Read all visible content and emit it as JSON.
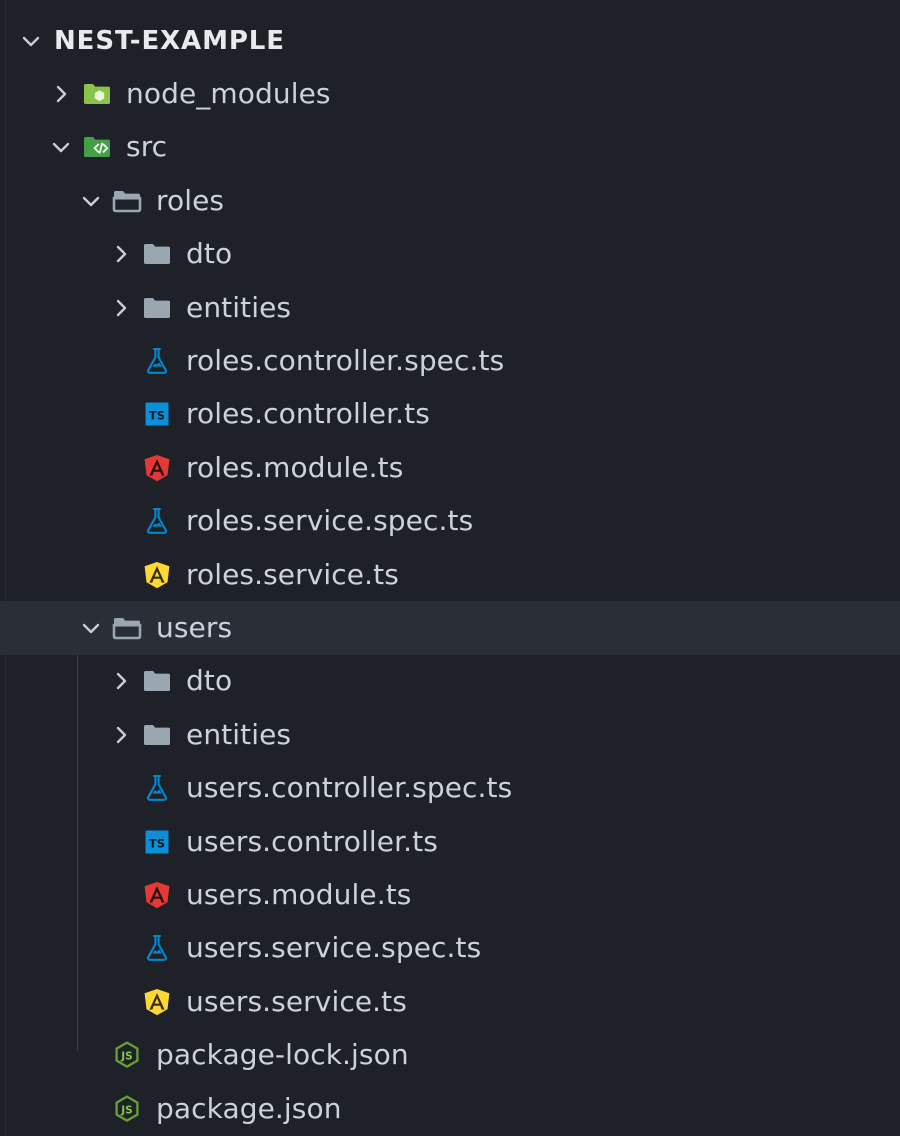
{
  "explorer": {
    "root": {
      "label": "NEST-EXAMPLE",
      "twisty": "chevron-down-icon",
      "expanded": true
    },
    "colors": {
      "background": "#1e2127",
      "selected_row": "#2a2e37",
      "text": "#ccd2dd",
      "root_text": "#e8eaee",
      "chevron": "#c9ccd1",
      "folder_gray": "#9aa7b0",
      "folder_node_modules": "#8bc34a",
      "folder_src": "#43a047",
      "spec_flask": "#0288d1",
      "ts_blue": "#0288d1",
      "angular_red": "#e53935",
      "angular_yellow": "#fdd835",
      "node_green": "#689f38",
      "indent_guide": "#3b4049"
    },
    "items": [
      {
        "name": "node_modules",
        "type": "folder",
        "icon": "folder-node-modules-icon",
        "depth": 1,
        "twisty": "chevron-right-icon",
        "expanded": false,
        "selected": false
      },
      {
        "name": "src",
        "type": "folder",
        "icon": "folder-src-icon",
        "depth": 1,
        "twisty": "chevron-down-icon",
        "expanded": true,
        "selected": false
      },
      {
        "name": "roles",
        "type": "folder",
        "icon": "folder-open-icon",
        "depth": 2,
        "twisty": "chevron-down-icon",
        "expanded": true,
        "selected": false
      },
      {
        "name": "dto",
        "type": "folder",
        "icon": "folder-closed-icon",
        "depth": 3,
        "twisty": "chevron-right-icon",
        "expanded": false,
        "selected": false
      },
      {
        "name": "entities",
        "type": "folder",
        "icon": "folder-closed-icon",
        "depth": 3,
        "twisty": "chevron-right-icon",
        "expanded": false,
        "selected": false
      },
      {
        "name": "roles.controller.spec.ts",
        "type": "file",
        "icon": "test-flask-icon",
        "depth": 3,
        "twisty": null,
        "expanded": false,
        "selected": false
      },
      {
        "name": "roles.controller.ts",
        "type": "file",
        "icon": "typescript-icon",
        "depth": 3,
        "twisty": null,
        "expanded": false,
        "selected": false
      },
      {
        "name": "roles.module.ts",
        "type": "file",
        "icon": "angular-red-icon",
        "depth": 3,
        "twisty": null,
        "expanded": false,
        "selected": false
      },
      {
        "name": "roles.service.spec.ts",
        "type": "file",
        "icon": "test-flask-icon",
        "depth": 3,
        "twisty": null,
        "expanded": false,
        "selected": false
      },
      {
        "name": "roles.service.ts",
        "type": "file",
        "icon": "angular-yellow-icon",
        "depth": 3,
        "twisty": null,
        "expanded": false,
        "selected": false
      },
      {
        "name": "users",
        "type": "folder",
        "icon": "folder-open-icon",
        "depth": 2,
        "twisty": "chevron-down-icon",
        "expanded": true,
        "selected": true
      },
      {
        "name": "dto",
        "type": "folder",
        "icon": "folder-closed-icon",
        "depth": 3,
        "twisty": "chevron-right-icon",
        "expanded": false,
        "selected": false
      },
      {
        "name": "entities",
        "type": "folder",
        "icon": "folder-closed-icon",
        "depth": 3,
        "twisty": "chevron-right-icon",
        "expanded": false,
        "selected": false
      },
      {
        "name": "users.controller.spec.ts",
        "type": "file",
        "icon": "test-flask-icon",
        "depth": 3,
        "twisty": null,
        "expanded": false,
        "selected": false
      },
      {
        "name": "users.controller.ts",
        "type": "file",
        "icon": "typescript-icon",
        "depth": 3,
        "twisty": null,
        "expanded": false,
        "selected": false
      },
      {
        "name": "users.module.ts",
        "type": "file",
        "icon": "angular-red-icon",
        "depth": 3,
        "twisty": null,
        "expanded": false,
        "selected": false
      },
      {
        "name": "users.service.spec.ts",
        "type": "file",
        "icon": "test-flask-icon",
        "depth": 3,
        "twisty": null,
        "expanded": false,
        "selected": false
      },
      {
        "name": "users.service.ts",
        "type": "file",
        "icon": "angular-yellow-icon",
        "depth": 3,
        "twisty": null,
        "expanded": false,
        "selected": false
      },
      {
        "name": "package-lock.json",
        "type": "file",
        "icon": "nodejs-json-icon",
        "depth": 2,
        "twisty": null,
        "expanded": false,
        "selected": false
      },
      {
        "name": "package.json",
        "type": "file",
        "icon": "nodejs-json-icon",
        "depth": 2,
        "twisty": null,
        "expanded": false,
        "selected": false
      }
    ]
  }
}
